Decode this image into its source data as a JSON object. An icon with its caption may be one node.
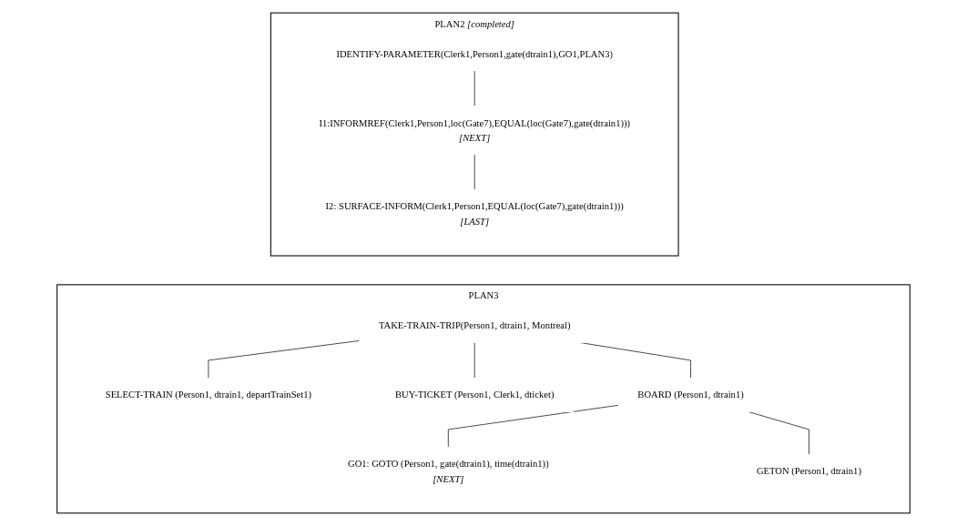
{
  "diagram": {
    "nodes": [
      {
        "text": [
          "PLAN2",
          "[completed]"
        ]
      },
      {
        "text": [
          "IDENTIFY-PARAMETER(Clerk1,Person1,gate(dtrain1),GO1,PLAN3)"
        ],
        "in": 0
      },
      {
        "text": [
          "I1:INFORMREF(Clerk1,Person1,loc(Gate7),EQUAL(loc(Gate7),gate(dtrain1)))",
          "[NEXT]"
        ],
        "in": 0
      },
      {
        "text": [
          "I2: SURFACE-INFORM(Clerk1,Person1,EQUAL(loc(Gate7),gate(dtrain1)))",
          "[LAST]"
        ],
        "in": 0
      },
      {
        "text": [
          "PLAN3"
        ]
      },
      {
        "text": [
          "TAKE-TRAIN-TRIP(Person1, dtrain1, Montreal)"
        ],
        "in": 4
      },
      {
        "text": [
          "SELECT-TRAIN (Person1, dtrain1, departTrainSet1)"
        ],
        "in": 4
      },
      {
        "text": [
          "BUY-TICKET (Person1, Clerk1, dticket)"
        ],
        "in": 4
      },
      {
        "text": [
          "BOARD (Person1, dtrain1)"
        ],
        "in": 4
      },
      {
        "text": [
          "GO1: GOTO (Person1, gate(dtrain1), time(dtrain1))",
          "[NEXT]"
        ],
        "in": 4
      },
      {
        "text": [
          "GETON (Person1, dtrain1)"
        ],
        "in": 4
      }
    ],
    "edges": [
      {
        "from": 1,
        "to": 2,
        "arrow": "none"
      },
      {
        "from": 2,
        "to": 3,
        "arrow": "none"
      },
      {
        "from": 5,
        "to": 6,
        "arrow": "none"
      },
      {
        "from": 5,
        "to": 7,
        "arrow": "none"
      },
      {
        "from": 5,
        "to": 8,
        "arrow": "none"
      },
      {
        "from": 8,
        "to": 9,
        "arrow": "none"
      },
      {
        "from": 8,
        "to": 10,
        "arrow": "none"
      }
    ]
  }
}
